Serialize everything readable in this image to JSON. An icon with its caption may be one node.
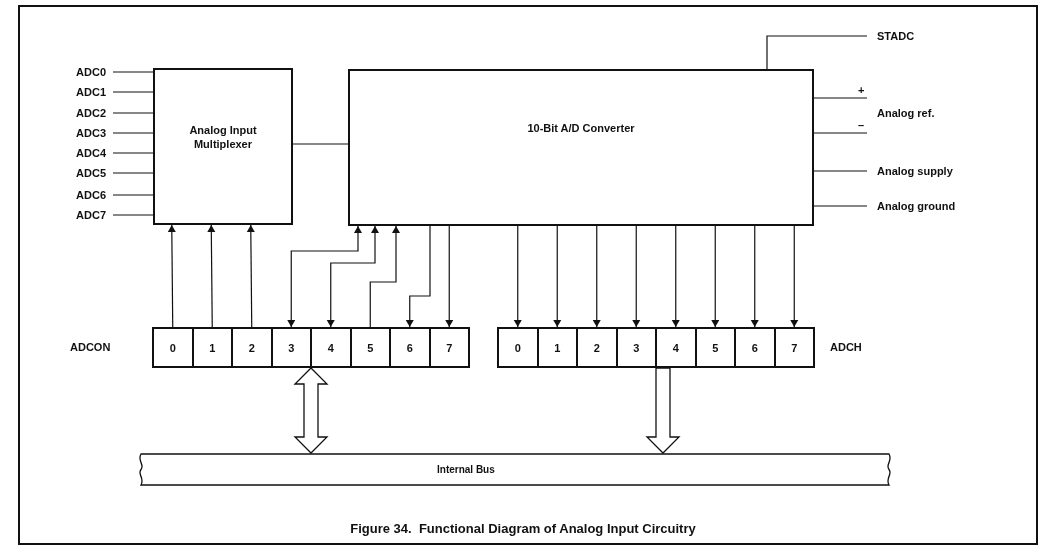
{
  "diagram": {
    "caption": "Figure 34.  Functional Diagram of Analog Input Circuitry",
    "nodes": [
      {
        "text": [
          "Analog Input Multiplexer"
        ]
      },
      {
        "text": [
          "10-Bit A/D Converter"
        ]
      },
      {
        "text": [
          "ADCON"
        ]
      },
      {
        "text": [
          "0"
        ],
        "in": 2
      },
      {
        "text": [
          "1"
        ],
        "in": 2
      },
      {
        "text": [
          "2"
        ],
        "in": 2
      },
      {
        "text": [
          "3"
        ],
        "in": 2
      },
      {
        "text": [
          "4"
        ],
        "in": 2
      },
      {
        "text": [
          "5"
        ],
        "in": 2
      },
      {
        "text": [
          "6"
        ],
        "in": 2
      },
      {
        "text": [
          "7"
        ],
        "in": 2
      },
      {
        "text": [
          "ADCH"
        ]
      },
      {
        "text": [
          "0"
        ],
        "in": 11
      },
      {
        "text": [
          "1"
        ],
        "in": 11
      },
      {
        "text": [
          "2"
        ],
        "in": 11
      },
      {
        "text": [
          "3"
        ],
        "in": 11
      },
      {
        "text": [
          "4"
        ],
        "in": 11
      },
      {
        "text": [
          "5"
        ],
        "in": 11
      },
      {
        "text": [
          "6"
        ],
        "in": 11
      },
      {
        "text": [
          "7"
        ],
        "in": 11
      },
      {
        "text": [
          "Internal Bus"
        ]
      },
      {
        "text": [
          "ADC0"
        ]
      },
      {
        "text": [
          "ADC1"
        ]
      },
      {
        "text": [
          "ADC2"
        ]
      },
      {
        "text": [
          "ADC3"
        ]
      },
      {
        "text": [
          "ADC4"
        ]
      },
      {
        "text": [
          "ADC5"
        ]
      },
      {
        "text": [
          "ADC6"
        ]
      },
      {
        "text": [
          "ADC7"
        ]
      },
      {
        "text": [
          "STADC"
        ]
      },
      {
        "text": [
          "Analog ref."
        ]
      },
      {
        "text": [
          "Analog supply"
        ]
      },
      {
        "text": [
          "Analog ground"
        ]
      }
    ],
    "edges": [
      {
        "from": 21,
        "to": 0,
        "arrow": "none"
      },
      {
        "from": 22,
        "to": 0,
        "arrow": "none"
      },
      {
        "from": 23,
        "to": 0,
        "arrow": "none"
      },
      {
        "from": 24,
        "to": 0,
        "arrow": "none"
      },
      {
        "from": 25,
        "to": 0,
        "arrow": "none"
      },
      {
        "from": 26,
        "to": 0,
        "arrow": "none"
      },
      {
        "from": 27,
        "to": 0,
        "arrow": "none"
      },
      {
        "from": 28,
        "to": 0,
        "arrow": "none"
      },
      {
        "from": 0,
        "to": 1,
        "arrow": "none"
      },
      {
        "from": 1,
        "to": 29,
        "arrow": "none"
      },
      {
        "from": 1,
        "to": 30,
        "arrow": "none",
        "label": "+"
      },
      {
        "from": 1,
        "to": 30,
        "arrow": "none",
        "label": "–"
      },
      {
        "from": 1,
        "to": 31,
        "arrow": "none"
      },
      {
        "from": 1,
        "to": 32,
        "arrow": "none"
      },
      {
        "from": 3,
        "to": 0,
        "arrow": "to"
      },
      {
        "from": 4,
        "to": 0,
        "arrow": "to"
      },
      {
        "from": 5,
        "to": 0,
        "arrow": "to"
      },
      {
        "from": 6,
        "to": 1,
        "arrow": "both"
      },
      {
        "from": 7,
        "to": 1,
        "arrow": "both"
      },
      {
        "from": 8,
        "to": 1,
        "arrow": "to"
      },
      {
        "from": 1,
        "to": 9,
        "arrow": "to"
      },
      {
        "from": 1,
        "to": 10,
        "arrow": "to"
      },
      {
        "from": 1,
        "to": 12,
        "arrow": "to"
      },
      {
        "from": 1,
        "to": 13,
        "arrow": "to"
      },
      {
        "from": 1,
        "to": 14,
        "arrow": "to"
      },
      {
        "from": 1,
        "to": 15,
        "arrow": "to"
      },
      {
        "from": 1,
        "to": 16,
        "arrow": "to"
      },
      {
        "from": 1,
        "to": 17,
        "arrow": "to"
      },
      {
        "from": 1,
        "to": 18,
        "arrow": "to"
      },
      {
        "from": 1,
        "to": 19,
        "arrow": "to"
      },
      {
        "from": 2,
        "to": 20,
        "arrow": "both",
        "style": "thick"
      },
      {
        "from": 11,
        "to": 20,
        "arrow": "to",
        "style": "thick"
      }
    ]
  }
}
